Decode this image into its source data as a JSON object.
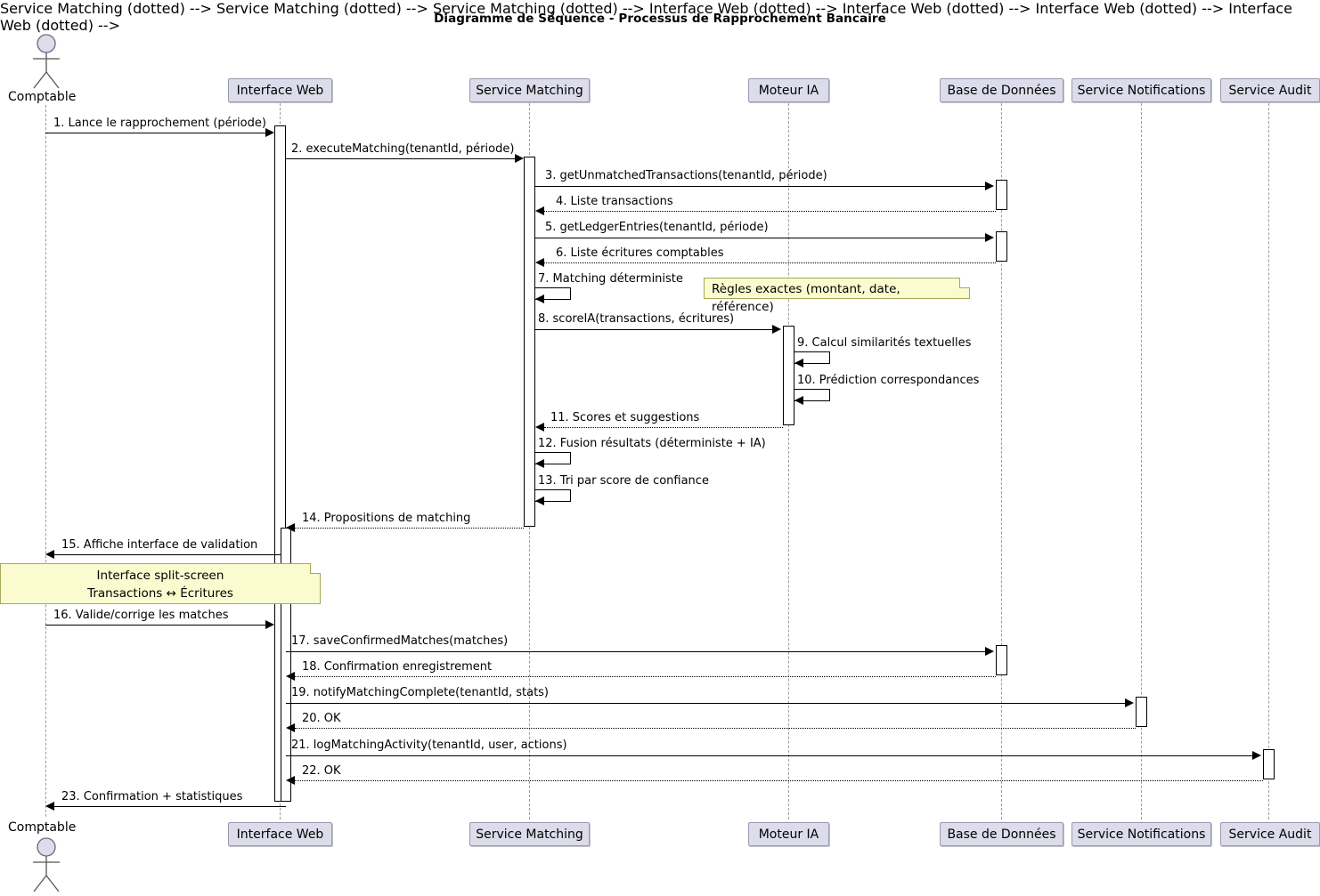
{
  "diagram": {
    "title": "Diagramme de Séquence - Processus de Rapprochement Bancaire",
    "type": "uml-sequence-diagram"
  },
  "colors": {
    "participant_fill": "#DCDCEA",
    "participant_border": "#9A9AAF",
    "note_fill": "#FBFBD0",
    "note_border": "#A8A857",
    "lifeline": "#9D9D9D",
    "line": "#000000",
    "background": "#FFFFFF"
  },
  "actor": {
    "name": "Comptable",
    "top_label": "Comptable",
    "bottom_label": "Comptable"
  },
  "participants": [
    {
      "id": "interface_web",
      "label": "Interface Web"
    },
    {
      "id": "service_matching",
      "label": "Service Matching"
    },
    {
      "id": "moteur_ia",
      "label": "Moteur IA"
    },
    {
      "id": "base_de_donnees",
      "label": "Base de Données"
    },
    {
      "id": "service_notifications",
      "label": "Service Notifications"
    },
    {
      "id": "service_audit",
      "label": "Service Audit"
    }
  ],
  "messages": [
    {
      "num": "1",
      "label": "1. Lance le rapprochement (période)",
      "from": "Comptable",
      "to": "Interface Web",
      "style": "solid",
      "dir": "right"
    },
    {
      "num": "2",
      "label": "2. executeMatching(tenantId, période)",
      "from": "Interface Web",
      "to": "Service Matching",
      "style": "solid",
      "dir": "right"
    },
    {
      "num": "3",
      "label": "3. getUnmatchedTransactions(tenantId, période)",
      "from": "Service Matching",
      "to": "Base de Données",
      "style": "solid",
      "dir": "right"
    },
    {
      "num": "4",
      "label": "4. Liste transactions",
      "from": "Base de Données",
      "to": "Service Matching",
      "style": "dotted",
      "dir": "left"
    },
    {
      "num": "5",
      "label": "5. getLedgerEntries(tenantId, période)",
      "from": "Service Matching",
      "to": "Base de Données",
      "style": "solid",
      "dir": "right"
    },
    {
      "num": "6",
      "label": "6. Liste écritures comptables",
      "from": "Base de Données",
      "to": "Service Matching",
      "style": "dotted",
      "dir": "left"
    },
    {
      "num": "7",
      "label": "7. Matching déterministe",
      "from": "Service Matching",
      "to": "Service Matching",
      "style": "solid",
      "dir": "self"
    },
    {
      "num": "8",
      "label": "8. scoreIA(transactions, écritures)",
      "from": "Service Matching",
      "to": "Moteur IA",
      "style": "solid",
      "dir": "right"
    },
    {
      "num": "9",
      "label": "9. Calcul similarités textuelles",
      "from": "Moteur IA",
      "to": "Moteur IA",
      "style": "solid",
      "dir": "self"
    },
    {
      "num": "10",
      "label": "10. Prédiction correspondances",
      "from": "Moteur IA",
      "to": "Moteur IA",
      "style": "solid",
      "dir": "self"
    },
    {
      "num": "11",
      "label": "11. Scores et suggestions",
      "from": "Moteur IA",
      "to": "Service Matching",
      "style": "dotted",
      "dir": "left"
    },
    {
      "num": "12",
      "label": "12. Fusion résultats (déterministe + IA)",
      "from": "Service Matching",
      "to": "Service Matching",
      "style": "solid",
      "dir": "self"
    },
    {
      "num": "13",
      "label": "13. Tri par score de confiance",
      "from": "Service Matching",
      "to": "Service Matching",
      "style": "solid",
      "dir": "self"
    },
    {
      "num": "14",
      "label": "14. Propositions de matching",
      "from": "Service Matching",
      "to": "Interface Web",
      "style": "dotted",
      "dir": "left"
    },
    {
      "num": "15",
      "label": "15. Affiche interface de validation",
      "from": "Interface Web",
      "to": "Comptable",
      "style": "solid",
      "dir": "left"
    },
    {
      "num": "16",
      "label": "16. Valide/corrige les matches",
      "from": "Comptable",
      "to": "Interface Web",
      "style": "solid",
      "dir": "right"
    },
    {
      "num": "17",
      "label": "17. saveConfirmedMatches(matches)",
      "from": "Interface Web",
      "to": "Base de Données",
      "style": "solid",
      "dir": "right"
    },
    {
      "num": "18",
      "label": "18. Confirmation enregistrement",
      "from": "Base de Données",
      "to": "Interface Web",
      "style": "dotted",
      "dir": "left"
    },
    {
      "num": "19",
      "label": "19. notifyMatchingComplete(tenantId, stats)",
      "from": "Interface Web",
      "to": "Service Notifications",
      "style": "solid",
      "dir": "right"
    },
    {
      "num": "20",
      "label": "20. OK",
      "from": "Service Notifications",
      "to": "Interface Web",
      "style": "dotted",
      "dir": "left"
    },
    {
      "num": "21",
      "label": "21. logMatchingActivity(tenantId, user, actions)",
      "from": "Interface Web",
      "to": "Service Audit",
      "style": "solid",
      "dir": "right"
    },
    {
      "num": "22",
      "label": "22. OK",
      "from": "Service Audit",
      "to": "Interface Web",
      "style": "dotted",
      "dir": "left"
    },
    {
      "num": "23",
      "label": "23. Confirmation + statistiques",
      "from": "Interface Web",
      "to": "Comptable",
      "style": "solid",
      "dir": "left"
    }
  ],
  "notes": [
    {
      "id": "note_rules",
      "text": "Règles exactes (montant, date, référence)",
      "attached_to": "Service Matching"
    },
    {
      "id": "note_splitscreen",
      "line1": "Interface split-screen",
      "line2": "Transactions ↔ Écritures",
      "attached_to": "Interface Web"
    }
  ]
}
